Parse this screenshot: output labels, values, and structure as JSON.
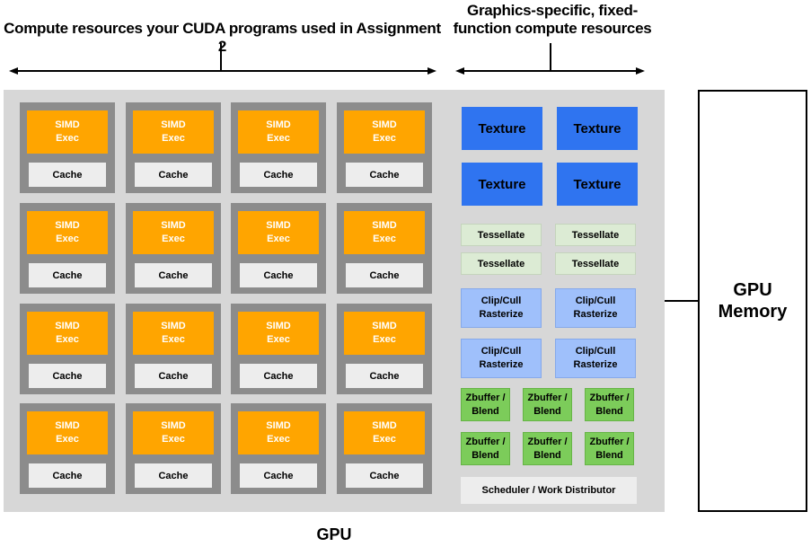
{
  "header_left": "Compute resources your CUDA programs used in Assignment 2",
  "header_right": "Graphics-specific, fixed-\nfunction compute resources",
  "cores": {
    "simd_label": "SIMD\nExec",
    "cache_label": "Cache",
    "rows": 4,
    "cols": 4
  },
  "fixed_function": {
    "texture": [
      "Texture",
      "Texture",
      "Texture",
      "Texture"
    ],
    "tessellate": [
      "Tessellate",
      "Tessellate",
      "Tessellate",
      "Tessellate"
    ],
    "clip_cull": [
      "Clip/Cull\nRasterize",
      "Clip/Cull\nRasterize",
      "Clip/Cull\nRasterize",
      "Clip/Cull\nRasterize"
    ],
    "zbuffer": [
      "Zbuffer /\nBlend",
      "Zbuffer /\nBlend",
      "Zbuffer /\nBlend",
      "Zbuffer /\nBlend",
      "Zbuffer /\nBlend",
      "Zbuffer /\nBlend"
    ],
    "scheduler": "Scheduler / Work Distributor"
  },
  "gpu_label": "GPU",
  "memory_label": "GPU\nMemory",
  "colors": {
    "simd": "#ffa500",
    "texture": "#2f74f0",
    "tessellate": "#dcebd4",
    "clip_cull": "#9fc0fb",
    "zbuffer": "#7ccc5a",
    "gpu_background": "#d7d7d7"
  }
}
